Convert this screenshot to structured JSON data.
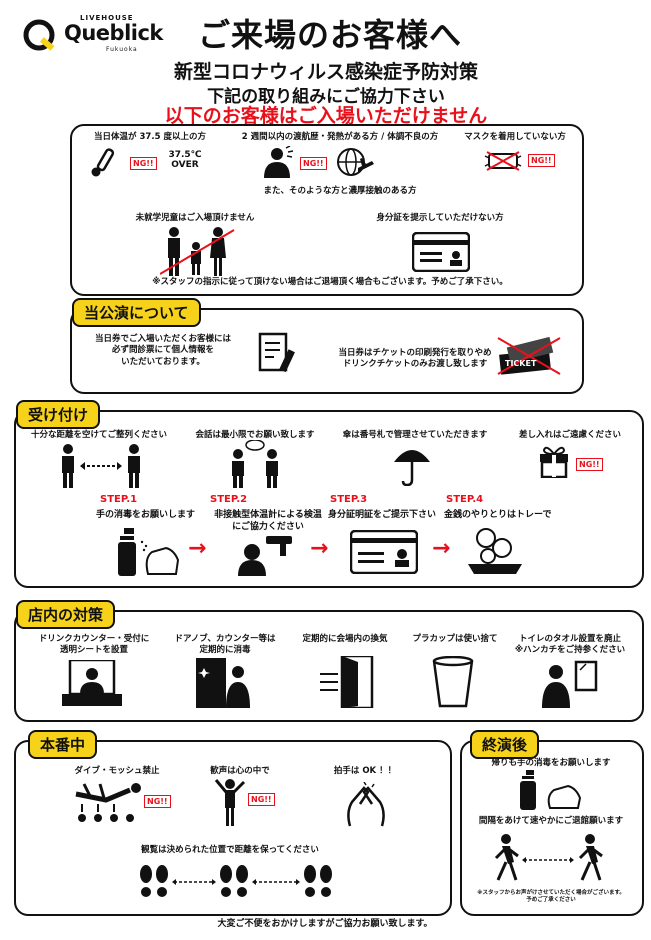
{
  "logo": {
    "small": "LIVEHOUSE",
    "name": "Queblick",
    "sub": "Fukuoka"
  },
  "header": {
    "title": "ご来場のお客様へ",
    "subtitle": "新型コロナウィルス感染症予防対策",
    "request": "下記の取り組みにご協力下さい",
    "warning": "以下のお客様はご入場いただけません"
  },
  "ng_label": "NG!!",
  "entry": {
    "temp": "当日体温が 37.5 度以上の方",
    "temp_over": "37.5℃\nOVER",
    "travel": "2 週間以内の渡航歴・発熱がある方 / 体調不良の方",
    "mask": "マスクを着用していない方",
    "contact": "また、そのような方と濃厚接触のある方",
    "children": "未就学児童はご入場頂けません",
    "id": "身分証を提示していただけない方",
    "note": "※スタッフの指示に従って頂けない場合はご退場頂く場合もございます。予めご了承下さい。"
  },
  "performance": {
    "label": "当公演について",
    "text1": "当日券でご入場いただくお客様には\n必ず問診票にて個人情報を\nいただいております。",
    "text2": "当日券はチケットの印刷発行を取りやめ\nドリンクチケットのみお渡し致します",
    "ticket": "TICKET"
  },
  "reception": {
    "label": "受け付け",
    "items": [
      "十分な距離を空けてご整列ください",
      "会話は最小限でお願い致します",
      "傘は番号札で管理させていただきます",
      "差し入れはご遠慮ください"
    ],
    "steps": [
      {
        "step": "STEP.1",
        "text": "手の消毒をお願いします"
      },
      {
        "step": "STEP.2",
        "text": "非接触型体温計による検温\nにご協力ください"
      },
      {
        "step": "STEP.3",
        "text": "身分証明証をご提示下さい"
      },
      {
        "step": "STEP.4",
        "text": "金銭のやりとりはトレーで"
      }
    ]
  },
  "venue": {
    "label": "店内の対策",
    "items": [
      "ドリンクカウンター・受付に\n透明シートを設置",
      "ドアノブ、カウンター等は\n定期的に消毒",
      "定期的に会場内の換気",
      "プラカップは使い捨て",
      "トイレのタオル設置を廃止\n※ハンカチをご持参ください"
    ]
  },
  "show": {
    "label": "本番中",
    "dive": "ダイブ・モッシュ禁止",
    "cheer": "歓声は心の中で",
    "clap": "拍手は OK ！！",
    "distance": "観覧は決められた位置で距離を保ってください"
  },
  "after": {
    "label": "終演後",
    "sanitize": "帰りも手の消毒をお願いします",
    "leave": "間隔をあけて速やかにご退館願います",
    "small": "※スタッフからお声がけさせていただく場合がございます。\n予めご了承ください"
  },
  "footer": "大変ご不便をおかけしますがご協力お願い致します。",
  "colors": {
    "accent": "#e8111b",
    "label": "#f7d21a"
  }
}
